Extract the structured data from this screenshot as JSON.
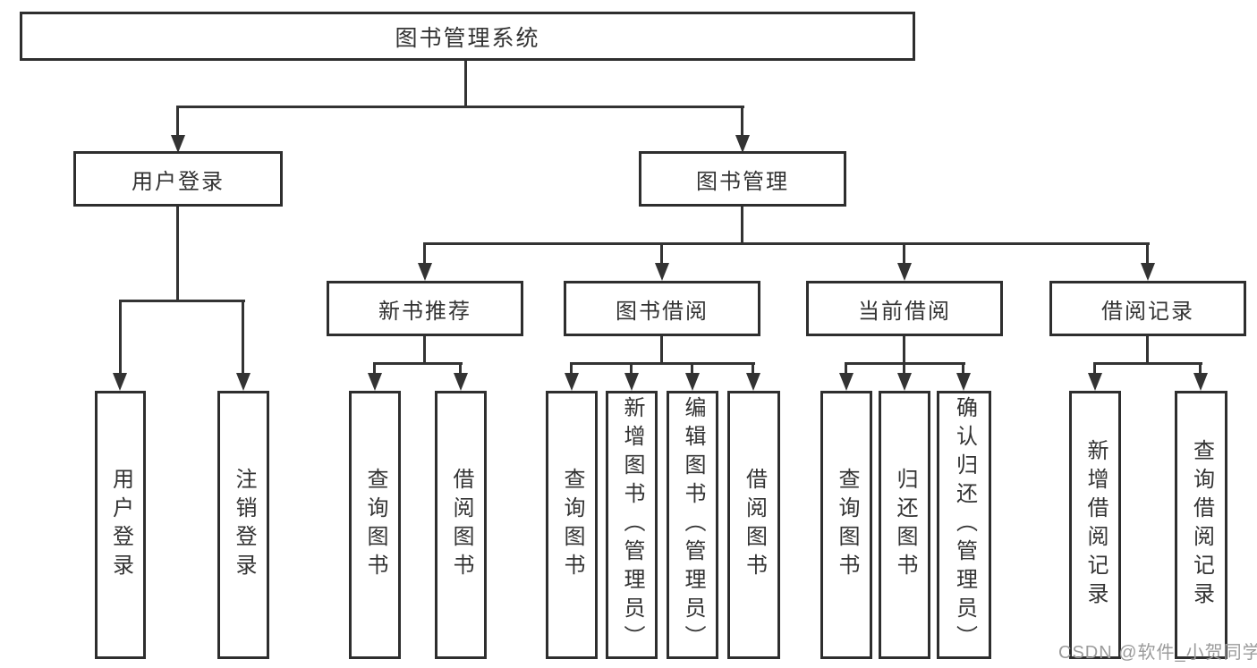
{
  "diagram": {
    "type": "hierarchy-tree",
    "colors": {
      "line": "#333333",
      "box_border": "#2e2e2e",
      "text": "#333333",
      "watermark": "#9b9b9b",
      "background": "#ffffff"
    },
    "tree": {
      "label": "图书管理系统",
      "children": [
        {
          "label": "用户登录",
          "children": [
            {
              "label": "用户登录"
            },
            {
              "label": "注销登录"
            }
          ]
        },
        {
          "label": "图书管理",
          "children": [
            {
              "label": "新书推荐",
              "children": [
                {
                  "label": "查询图书"
                },
                {
                  "label": "借阅图书"
                }
              ]
            },
            {
              "label": "图书借阅",
              "children": [
                {
                  "label": "查询图书"
                },
                {
                  "label": "新增图书（管理员）"
                },
                {
                  "label": "编辑图书（管理员）"
                },
                {
                  "label": "借阅图书"
                }
              ]
            },
            {
              "label": "当前借阅",
              "children": [
                {
                  "label": "查询图书"
                },
                {
                  "label": "归还图书"
                },
                {
                  "label": "确认归还（管理员）"
                }
              ]
            },
            {
              "label": "借阅记录",
              "children": [
                {
                  "label": "新增借阅记录"
                },
                {
                  "label": "查询借阅记录"
                }
              ]
            }
          ]
        }
      ]
    },
    "watermark": {
      "text": "CSDN @软件_小贺同学"
    }
  }
}
